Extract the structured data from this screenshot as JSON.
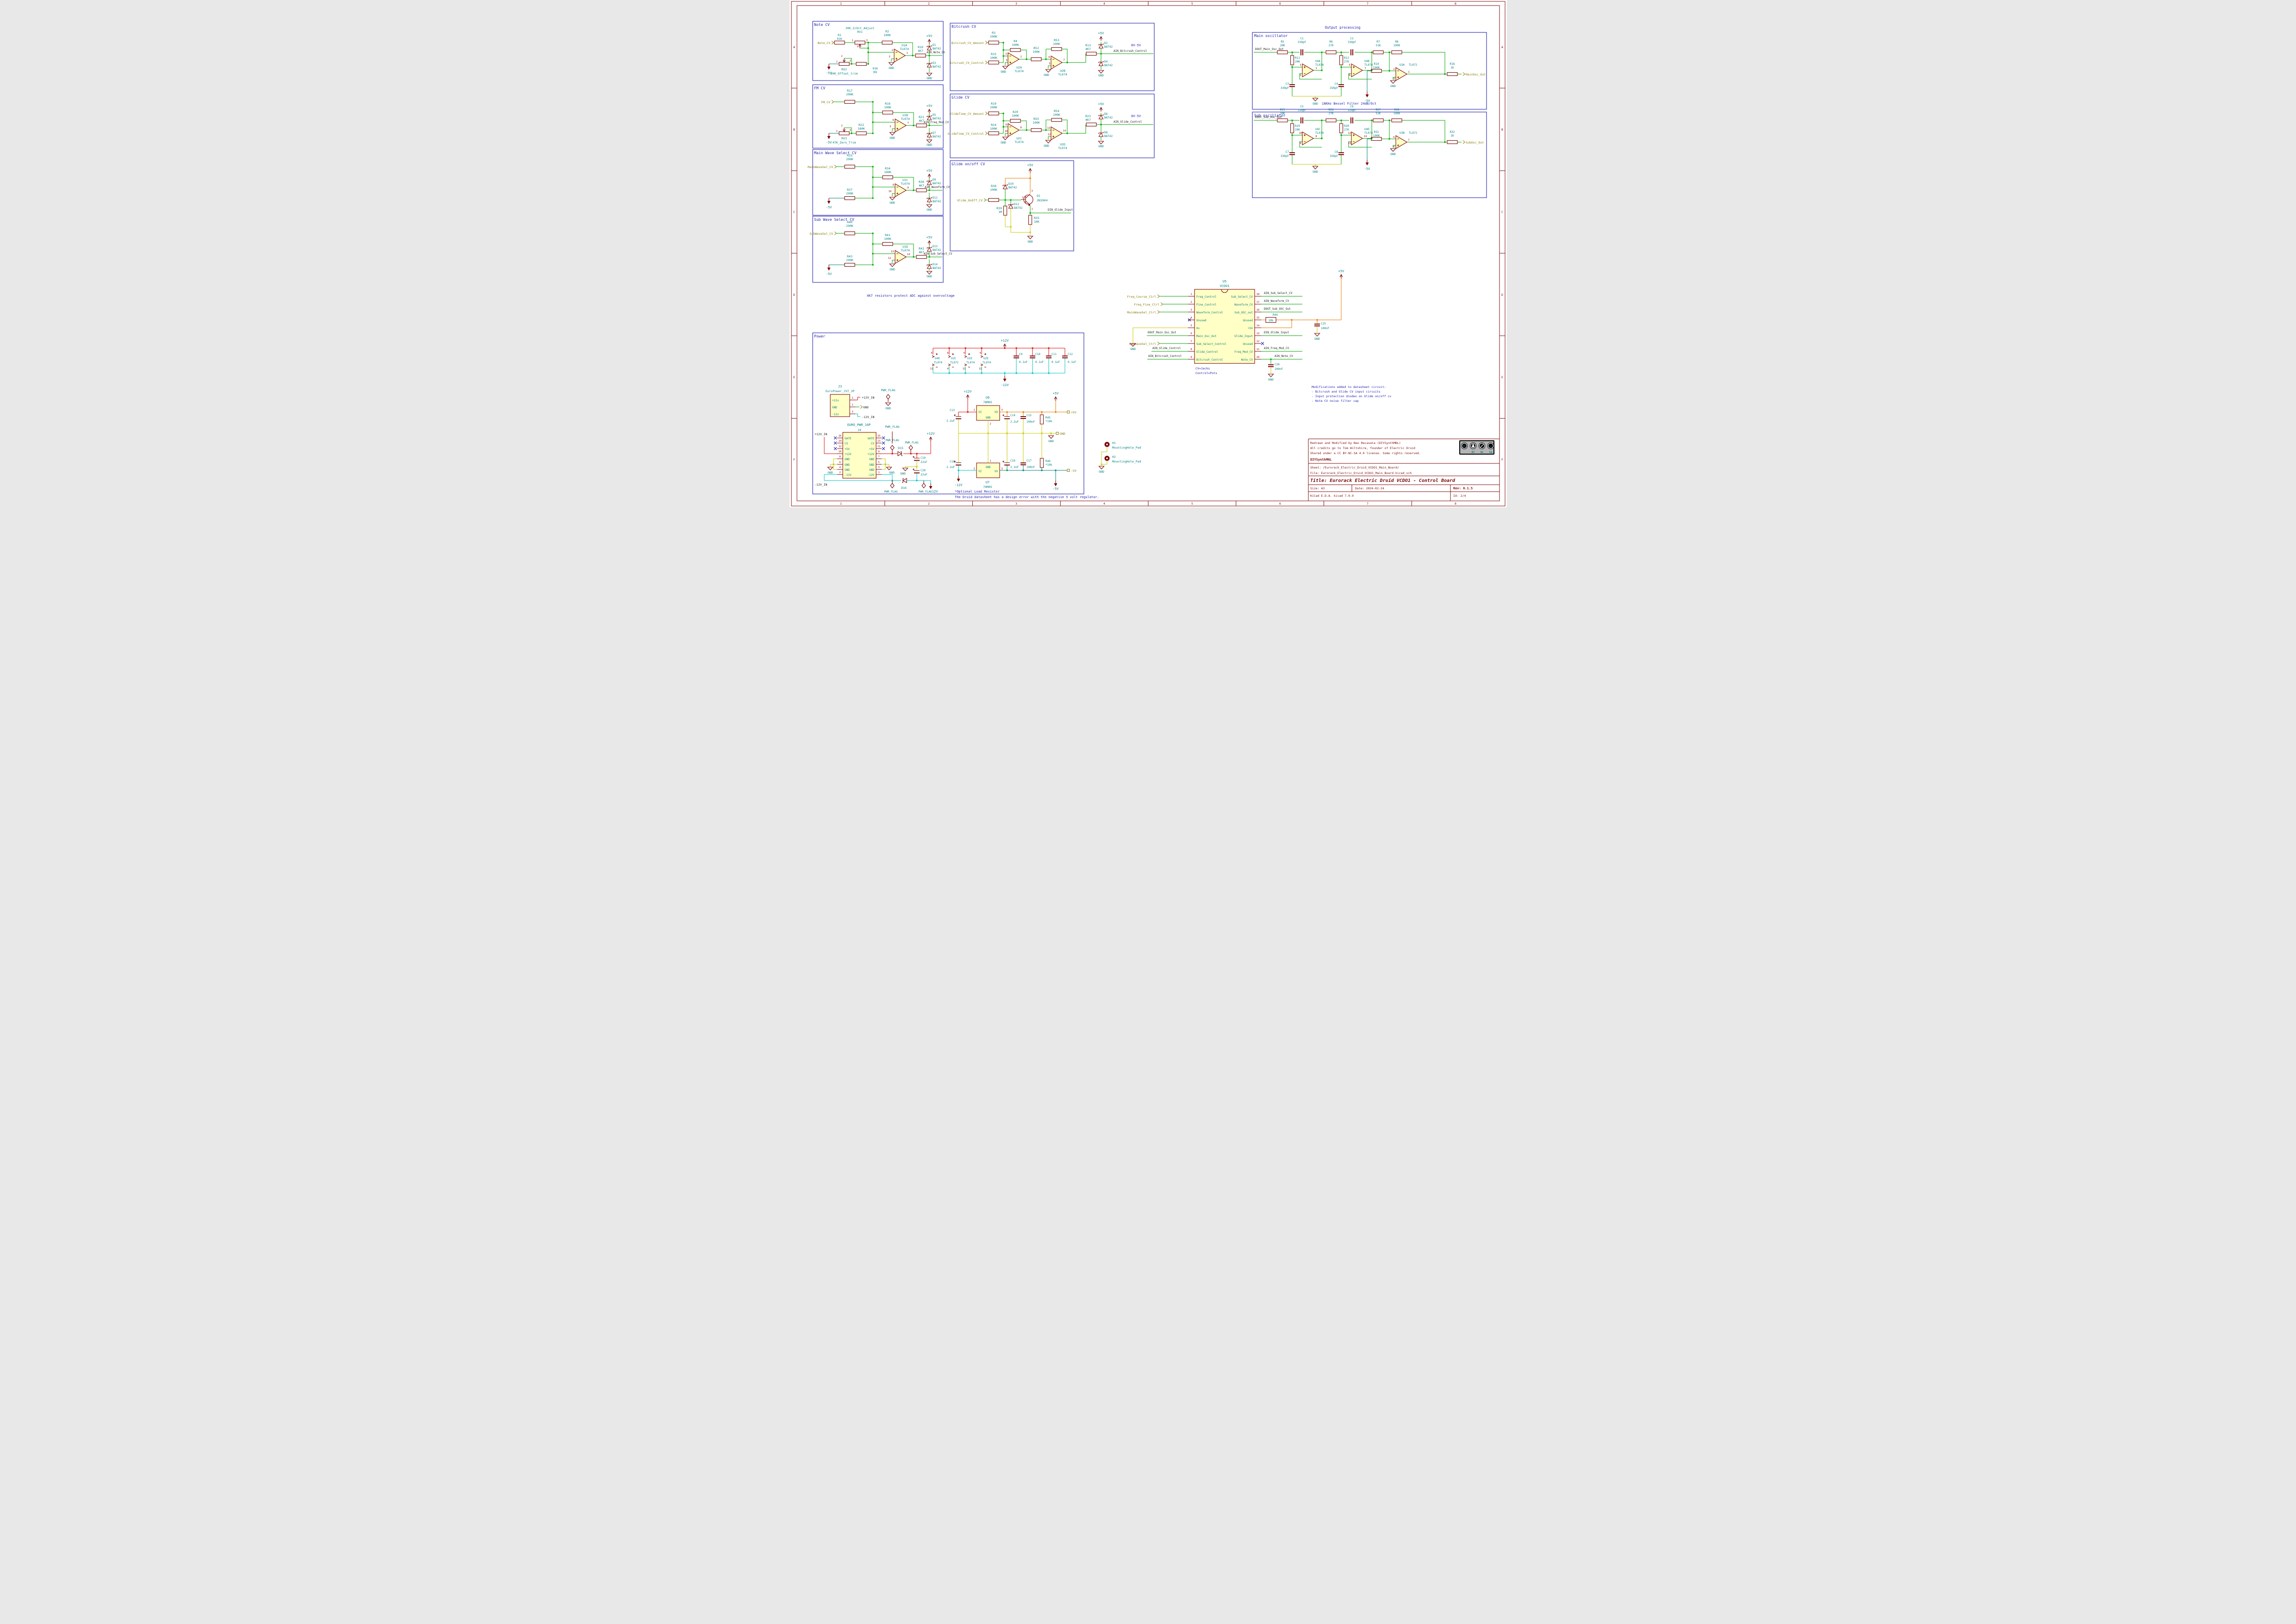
{
  "frame": {
    "cols": [
      "1",
      "2",
      "3",
      "4",
      "5",
      "6",
      "7",
      "8"
    ],
    "rows": [
      "A",
      "B",
      "C",
      "D",
      "E",
      "F"
    ]
  },
  "lbl": {
    "gnd": "GND",
    "p5": "+5V",
    "n5": "-5V",
    "p12": "+12V",
    "n12": "-12V"
  },
  "potpins": [
    "1",
    "3",
    "2"
  ],
  "outproc": "Output processing",
  "adc_note": "4K7 resistors protect ADC against overvoltage",
  "note": {
    "t": "Note CV",
    "port": "Note_CV",
    "r1": [
      "R1",
      "91K"
    ],
    "rv1": [
      "RV1",
      "20K_V/Oct_Adjust"
    ],
    "r2": [
      "R2",
      "100K"
    ],
    "rv2": [
      "RV2",
      "20K_Offset_trim"
    ],
    "r9": [
      "R9",
      "91K"
    ],
    "u": [
      "U1A",
      "TL074"
    ],
    "p": [
      "2",
      "3",
      "1"
    ],
    "ro": [
      "R10",
      "4K7"
    ],
    "du": [
      "D1",
      "BAT42"
    ],
    "dd": [
      "D3",
      "BAT42"
    ],
    "net": "AIN_Note_CV",
    "g": "GND"
  },
  "fm": {
    "t": "FM CV",
    "port": "FM_CV",
    "ri": [
      "R17",
      "200K"
    ],
    "rf": [
      "R18",
      "100K"
    ],
    "rv": [
      "RV3",
      "47K_Zero_Trim"
    ],
    "rs": [
      "R22",
      "180K"
    ],
    "u": [
      "U1B",
      "TL074"
    ],
    "p": [
      "6",
      "5",
      "7"
    ],
    "ro": [
      "R21",
      "4K7"
    ],
    "du": [
      "D5",
      "BAT42"
    ],
    "dd": [
      "D7",
      "BAT42"
    ],
    "net": "AIN_Freq_Mod_CV",
    "g": "GND"
  },
  "mw": {
    "t": "Main Wave Select CV",
    "port": "MainWaveSel_CV",
    "ri": [
      "R33",
      "200K"
    ],
    "rf": [
      "R34",
      "100K"
    ],
    "rs": [
      "R37",
      "200K"
    ],
    "u": [
      "U1C",
      "TL074"
    ],
    "p": [
      "9",
      "10",
      "8"
    ],
    "ro": [
      "R36",
      "4K7"
    ],
    "du": [
      "D9",
      "BAT42"
    ],
    "dd": [
      "D11",
      "BAT42"
    ],
    "net": "AIN_Waveform_CV",
    "g": "GND"
  },
  "sw": {
    "t": "Sub Wave Select CV",
    "port": "SubWaveSel_CV",
    "ri": [
      "R40",
      "200K"
    ],
    "rf": [
      "R41",
      "100K"
    ],
    "rs": [
      "R43",
      "200K"
    ],
    "u": [
      "U1D",
      "TL074"
    ],
    "p": [
      "13",
      "12",
      "14"
    ],
    "ro": [
      "R42",
      "4K7"
    ],
    "du": [
      "D13",
      "BAT42"
    ],
    "dd": [
      "D14",
      "BAT42"
    ],
    "net": "AIN_Sub_Select_CV",
    "g": "GND"
  },
  "bc": {
    "t": "Bitcrush CV",
    "pa": "Bitcrush_CV_Amount",
    "pb": "Bitcrush_CV_Control",
    "ra": [
      "R3",
      "200K"
    ],
    "rf1": [
      "R4",
      "100K"
    ],
    "rb": [
      "R15",
      "100K"
    ],
    "u1": [
      "U2A",
      "TL074"
    ],
    "p1": [
      "2",
      "3",
      "1"
    ],
    "rm": [
      "R52",
      "100K"
    ],
    "rf2": [
      "R53",
      "100K"
    ],
    "u2": [
      "U2B",
      "TL074"
    ],
    "p2": [
      "6",
      "5",
      "7"
    ],
    "ro": [
      "R13",
      "4K7"
    ],
    "du": [
      "D2",
      "BAT42"
    ],
    "dd": [
      "D4",
      "BAT42"
    ],
    "rng": "0V-5V",
    "net": "AIN_Bitcrush_Control",
    "g": "GND"
  },
  "gl": {
    "t": "Glide CV",
    "pa": "GlideTime_CV_Amount",
    "pb": "GlideTime_CV_Control",
    "ra": [
      "R19",
      "200K"
    ],
    "rf1": [
      "R20",
      "100K"
    ],
    "rb": [
      "R24",
      "100K"
    ],
    "u1": [
      "U2C",
      "TL074"
    ],
    "p1": [
      "9",
      "10",
      "8"
    ],
    "rm": [
      "R55",
      "100K"
    ],
    "rf2": [
      "R54",
      "100K"
    ],
    "u2": [
      "U2D",
      "TL074"
    ],
    "p2": [
      "13",
      "12",
      "14"
    ],
    "ro": [
      "R23",
      "4K7"
    ],
    "du": [
      "D6",
      "BAT42"
    ],
    "dd": [
      "D8",
      "BAT42"
    ],
    "rng": "0V-5V",
    "net": "AIN_Glide_Control",
    "g": "GND"
  },
  "go": {
    "t": "Glide on/off CV",
    "port": "Glide_OnOff_CV",
    "ri": [
      "R38",
      "100K"
    ],
    "du": [
      "D10",
      "BAT42"
    ],
    "dd": [
      "D12",
      "BAT42"
    ],
    "rb": [
      "R39",
      "1M"
    ],
    "q": [
      "Q1",
      "2N3904"
    ],
    "qp": [
      "2",
      "3",
      "1"
    ],
    "re": [
      "R35",
      "10K"
    ],
    "net": "DIN_Glide_Input",
    "g": "GND"
  },
  "mo": {
    "t": "Main oscillator",
    "inet": "DOUT_Main_Osc_Out",
    "r1": [
      "R5",
      "20K"
    ],
    "c1": [
      "C1",
      "330pF"
    ],
    "r2": [
      "R6",
      "27K"
    ],
    "c2": [
      "C2",
      "330pF"
    ],
    "r3": [
      "R7",
      "51K"
    ],
    "r4": [
      "R8",
      "100K"
    ],
    "rs1": [
      "R11",
      "20K"
    ],
    "rs2": [
      "R12",
      "27K"
    ],
    "cg1": [
      "C3",
      "330pF"
    ],
    "cg2": [
      "C4",
      "150pF"
    ],
    "rr": [
      "R14",
      "100K"
    ],
    "u1": [
      "U4A",
      "TL074"
    ],
    "p1": [
      "3",
      "2",
      "1"
    ],
    "u2": [
      "U4B",
      "TL074"
    ],
    "p2": [
      "5",
      "6",
      "7"
    ],
    "u3": [
      "U3A",
      "TL072"
    ],
    "p3": [
      "2",
      "3",
      "1"
    ],
    "ro": [
      "R16",
      "1K"
    ],
    "port": "MainOsc_Out",
    "note": "18KHz Bessel Filter 24dB/Oct",
    "g": "GND"
  },
  "so": {
    "t": "Sub oscillator",
    "inet": "DOUT_Sub_OSC_Out",
    "r1": [
      "R25",
      "20K"
    ],
    "c1": [
      "C5",
      "330pF"
    ],
    "r2": [
      "R26",
      "27K"
    ],
    "c2": [
      "C6",
      "330pF"
    ],
    "r3": [
      "R27",
      "51K"
    ],
    "r4": [
      "R28",
      "100K"
    ],
    "rs1": [
      "R29",
      "20K"
    ],
    "rs2": [
      "R30",
      "27K"
    ],
    "cg1": [
      "C7",
      "330pF"
    ],
    "cg2": [
      "C8",
      "150pF"
    ],
    "rr": [
      "R31",
      "100K"
    ],
    "u1": [
      "U4C",
      "TL074"
    ],
    "p1": [
      "10",
      "9",
      "8"
    ],
    "u2": [
      "U4D",
      "TL074"
    ],
    "p2": [
      "12",
      "13",
      "14"
    ],
    "u3": [
      "U3B",
      "TL072"
    ],
    "p3": [
      "6",
      "5",
      "7"
    ],
    "ro": [
      "R32",
      "1K"
    ],
    "port": "SubOsc_Out",
    "g": "GND"
  },
  "u5": {
    "ref": "U5",
    "val": "VCDO1",
    "lp": [
      [
        "1",
        "Freq_Control"
      ],
      [
        "2",
        "Fine_Control"
      ],
      [
        "3",
        "Waveform_Control"
      ],
      [
        "4",
        "Unused"
      ],
      [
        "5",
        "0v"
      ],
      [
        "6",
        "Main_Osc_Out"
      ],
      [
        "7",
        "Sub_Select_Control"
      ],
      [
        "8",
        "Glide_Control"
      ],
      [
        "9",
        "Bitcrush_Control"
      ]
    ],
    "rp": [
      [
        "18",
        "Sub_Select_CV"
      ],
      [
        "17",
        "Waveform_CV"
      ],
      [
        "16",
        "Sub_OSC_out"
      ],
      [
        "15",
        "Unused"
      ],
      [
        "14",
        "+5V"
      ],
      [
        "13",
        "Glide_Input"
      ],
      [
        "12",
        "Unused"
      ],
      [
        "11",
        "Freq_Mod_CV"
      ],
      [
        "10",
        "Note_CV"
      ]
    ],
    "lports": [
      "Freq_Course_Ctrl",
      "Freq_Fine_Ctrl",
      "MainWaveSel_Ctrl",
      "SubWaveSel_Ctrl"
    ],
    "lnets": [
      "DOUT_Main_Osc_Out",
      "AIN_Glide_Control",
      "AIN_Bitcrush_Control"
    ],
    "rnets": [
      "AIN_Sub_Select_CV",
      "AIN_Waveform_CV",
      "DOUT_Sub_OSC_Out",
      "DIN_Glide_Input",
      "AIN_Freq_Mod_CV",
      "AIN_Note_CV"
    ],
    "r44": [
      "R44",
      "10k"
    ],
    "c25": [
      "C25",
      "100nF"
    ],
    "c26": [
      "C26",
      "100nF"
    ],
    "notes": [
      "CV=Jacks",
      "Control=Pots"
    ],
    "g": "GND"
  },
  "mods": [
    "Modifications added to datasheet circuit:",
    "-  Bitcrush and Glide CV input circuits",
    "-  Input protection diodes on Glide on/off cv",
    "-  Note CV noise filter cap"
  ],
  "pw": {
    "t": "Power",
    "flag": "PWR_FLAG",
    "j3": {
      "ref": "J3",
      "val": "EuroPower_JST_3P",
      "pins": [
        [
          "1",
          "+12v"
        ],
        [
          "2",
          "GND"
        ],
        [
          "3",
          "-12v"
        ]
      ],
      "nets": [
        "+12V_IN",
        "GND",
        "-12V_IN"
      ]
    },
    "dec": {
      "ics": [
        [
          "U4E",
          "TL074",
          "4",
          "11"
        ],
        [
          "U3C",
          "TL072",
          "8",
          "4"
        ],
        [
          "U1E",
          "TL074",
          "4",
          "11"
        ],
        [
          "U2E",
          "TL074",
          "4",
          "11"
        ]
      ],
      "caps": [
        [
          "C9",
          "0.1uF"
        ],
        [
          "C10",
          "0.1uF"
        ],
        [
          "C11",
          "0.1uF"
        ],
        [
          "C12",
          "0.1uF"
        ]
      ]
    },
    "j4": {
      "ref": "J4",
      "val": "EURO_PWR_16P",
      "inet": "+12V_IN",
      "inetn": "-12V_IN",
      "ln": [
        "16",
        "14",
        "12",
        "10",
        "8",
        "6",
        "4",
        "2"
      ],
      "rn": [
        "15",
        "13",
        "11",
        "9",
        "7",
        "5",
        "3",
        "1"
      ],
      "lt": [
        "GATE",
        "CV",
        "+5V",
        "+12V",
        "GND",
        "GND",
        "GND",
        "-12V"
      ],
      "rt": [
        "GATE",
        "CV",
        "+5V",
        "+12V",
        "GND",
        "GND",
        "GND",
        "-12V"
      ]
    },
    "d15": "D15",
    "d16": "D16",
    "c19": [
      "C19",
      "22uF"
    ],
    "c20": [
      "C20",
      "22uF"
    ],
    "u6": {
      "ref": "U6",
      "val": "78M05",
      "vi": "VI",
      "vo": "VO",
      "g": "GND",
      "p": [
        "1",
        "2",
        "3"
      ]
    },
    "u7": {
      "ref": "U7",
      "val": "79M05",
      "vi": "VI",
      "vo": "VO",
      "g": "GND",
      "p": [
        "2",
        "1",
        "3"
      ]
    },
    "c13": [
      "C13",
      "2.2uF"
    ],
    "c14": [
      "C14",
      "2.2uF"
    ],
    "c15": [
      "C15",
      "100nF"
    ],
    "r45": [
      "R45",
      "*10k"
    ],
    "c18": [
      "C18",
      "2.2uF"
    ],
    "c16": [
      "C16",
      "2.2uF"
    ],
    "c17": [
      "C17",
      "100nF"
    ],
    "r46": [
      "R46",
      "*10k"
    ],
    "notes": [
      "*Optional Load Resistor",
      "The Druid datasheet has a design error with the negative 5 volt regulator."
    ]
  },
  "mh": {
    "h1": [
      "H1",
      "MountingHole_Pad"
    ],
    "h2": [
      "H2",
      "MountingHole_Pad"
    ],
    "g": "GND"
  },
  "tb": {
    "l1": "Redrawn and Modified by Neo Recasata (DIYSynthMNL)",
    "l2": "All credits go to Tom Wiltshire, founder of Electric Druid",
    "l3": "Shared under a CC BY-NC-SA 4.0 license. Some rights reserved.",
    "brand": "DIYSynthMNL",
    "sheet": "Sheet: /Eurorack_Electric_Druid_VCDO1_Main_Board/",
    "file": "File: Eurorack_Electric_Druid_VCDO1_Main_Board.kicad_sch",
    "title": "Title: Eurorack Electric Druid VCDO1 - Control Board",
    "size": "Size: A3",
    "date": "Date: 2024-02-24",
    "rev": "Rev: 0.1.5",
    "tool": "KiCad E.D.A.  kicad 7.0.9",
    "id": "Id: 2/4",
    "cc": [
      "BY",
      "NC",
      "SA"
    ],
    "ccg": [
      "CC",
      "$",
      "↺"
    ]
  }
}
